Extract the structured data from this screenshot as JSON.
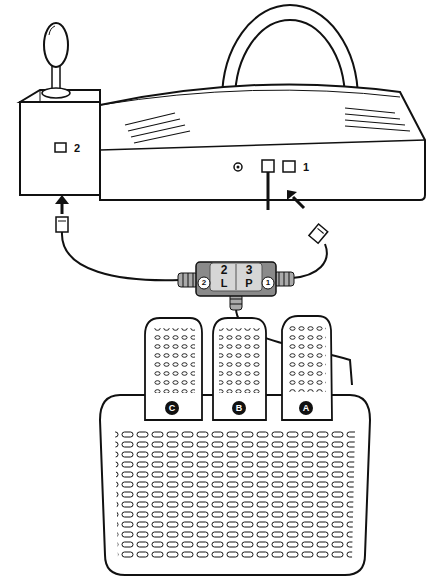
{
  "diagram": {
    "labels": [
      "2",
      "1",
      "2",
      "L",
      "3",
      "P",
      "2",
      "1",
      "C",
      "B",
      "A"
    ]
  }
}
